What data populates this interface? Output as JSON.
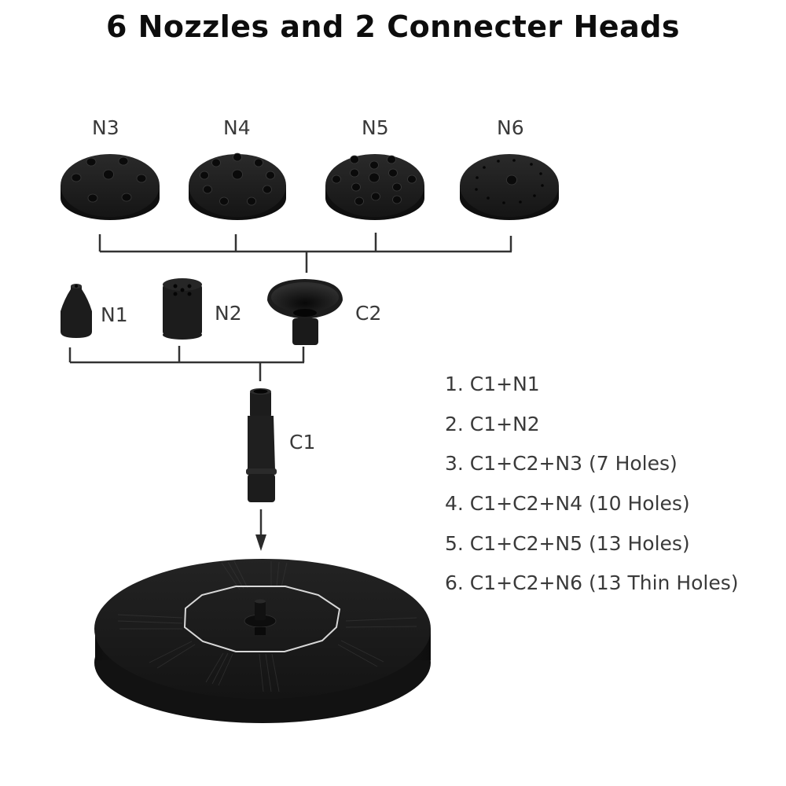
{
  "title": "6 Nozzles and 2 Connecter Heads",
  "colors": {
    "background": "#ffffff",
    "product": "#1c1c1c",
    "connector_line": "#333333",
    "text": "#3a3a3a",
    "title": "#0d0d0d"
  },
  "parts": {
    "top_row": [
      {
        "id": "N3",
        "label": "N3",
        "holes": 7
      },
      {
        "id": "N4",
        "label": "N4",
        "holes": 10
      },
      {
        "id": "N5",
        "label": "N5",
        "holes": 13
      },
      {
        "id": "N6",
        "label": "N6",
        "holes": 13,
        "note": "thin holes"
      }
    ],
    "middle_row": [
      {
        "id": "N1",
        "label": "N1"
      },
      {
        "id": "N2",
        "label": "N2"
      },
      {
        "id": "C2",
        "label": "C2"
      }
    ],
    "connector": {
      "id": "C1",
      "label": "C1"
    },
    "base": {
      "name": "solar-fountain-pump"
    }
  },
  "combinations": [
    "1. C1+N1",
    "2. C1+N2",
    "3. C1+C2+N3 (7 Holes)",
    "4. C1+C2+N4 (10 Holes)",
    "5. C1+C2+N5 (13 Holes)",
    "6. C1+C2+N6 (13 Thin Holes)"
  ]
}
